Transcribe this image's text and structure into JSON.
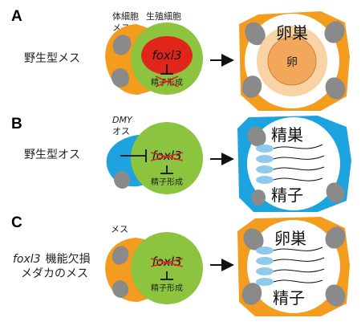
{
  "colors": {
    "female_soma": "#f39c1e",
    "male_soma": "#1ca3e0",
    "germ_cell": "#8cc43f",
    "foxl3_region": "#e0261b",
    "soma_nucleus": "#8a8a8a",
    "ovary_outer": "#f8d3a4",
    "egg": "#f2a75a",
    "sperm_head": "#8fc9ec"
  },
  "panels": [
    {
      "letter": "A",
      "label": "野生型メス",
      "somatic_label": "体細胞",
      "somatic_sex": "メス",
      "germ_label": "生殖細胞",
      "gene": "foxl3",
      "spermatogenesis": "精子形成",
      "organ_label": "卵巣",
      "cell_label": "卵"
    },
    {
      "letter": "B",
      "label": "野生型オス",
      "dmy": "DMY",
      "somatic_sex": "オス",
      "gene": "foxl3",
      "spermatogenesis": "精子形成",
      "organ_label": "精巣",
      "cell_label": "精子"
    },
    {
      "letter": "C",
      "label_gene": "foxl3",
      "label_rest": "機能欠損",
      "label_line2": "メダカのメス",
      "somatic_sex": "メス",
      "gene": "foxl3",
      "spermatogenesis": "精子形成",
      "organ_label": "卵巣",
      "cell_label": "精子"
    }
  ]
}
